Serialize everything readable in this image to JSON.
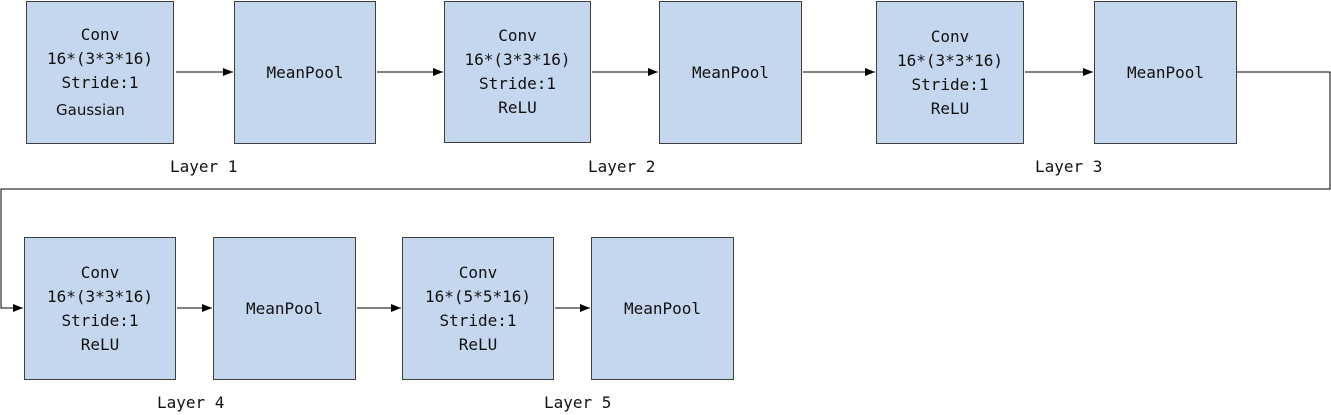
{
  "diagram": {
    "row1": {
      "layer1": {
        "conv": {
          "title": "Conv",
          "filters": "16*(3*3*16)",
          "stride": "Stride:1",
          "activation": "Gaussian"
        },
        "pool": {
          "label": "MeanPool"
        },
        "label": "Layer 1"
      },
      "layer2": {
        "conv": {
          "title": "Conv",
          "filters": "16*(3*3*16)",
          "stride": "Stride:1",
          "activation": "ReLU"
        },
        "pool": {
          "label": "MeanPool"
        },
        "label": "Layer 2"
      },
      "layer3": {
        "conv": {
          "title": "Conv",
          "filters": "16*(3*3*16)",
          "stride": "Stride:1",
          "activation": "ReLU"
        },
        "pool": {
          "label": "MeanPool"
        },
        "label": "Layer 3"
      }
    },
    "row2": {
      "layer4": {
        "conv": {
          "title": "Conv",
          "filters": "16*(3*3*16)",
          "stride": "Stride:1",
          "activation": "ReLU"
        },
        "pool": {
          "label": "MeanPool"
        },
        "label": "Layer 4"
      },
      "layer5": {
        "conv": {
          "title": "Conv",
          "filters": "16*(5*5*16)",
          "stride": "Stride:1",
          "activation": "ReLU"
        },
        "pool": {
          "label": "MeanPool"
        },
        "label": "Layer 5"
      }
    }
  },
  "colors": {
    "box_fill": "#c5d7ee",
    "box_border": "#3f3f3f",
    "connector": "#000000"
  }
}
